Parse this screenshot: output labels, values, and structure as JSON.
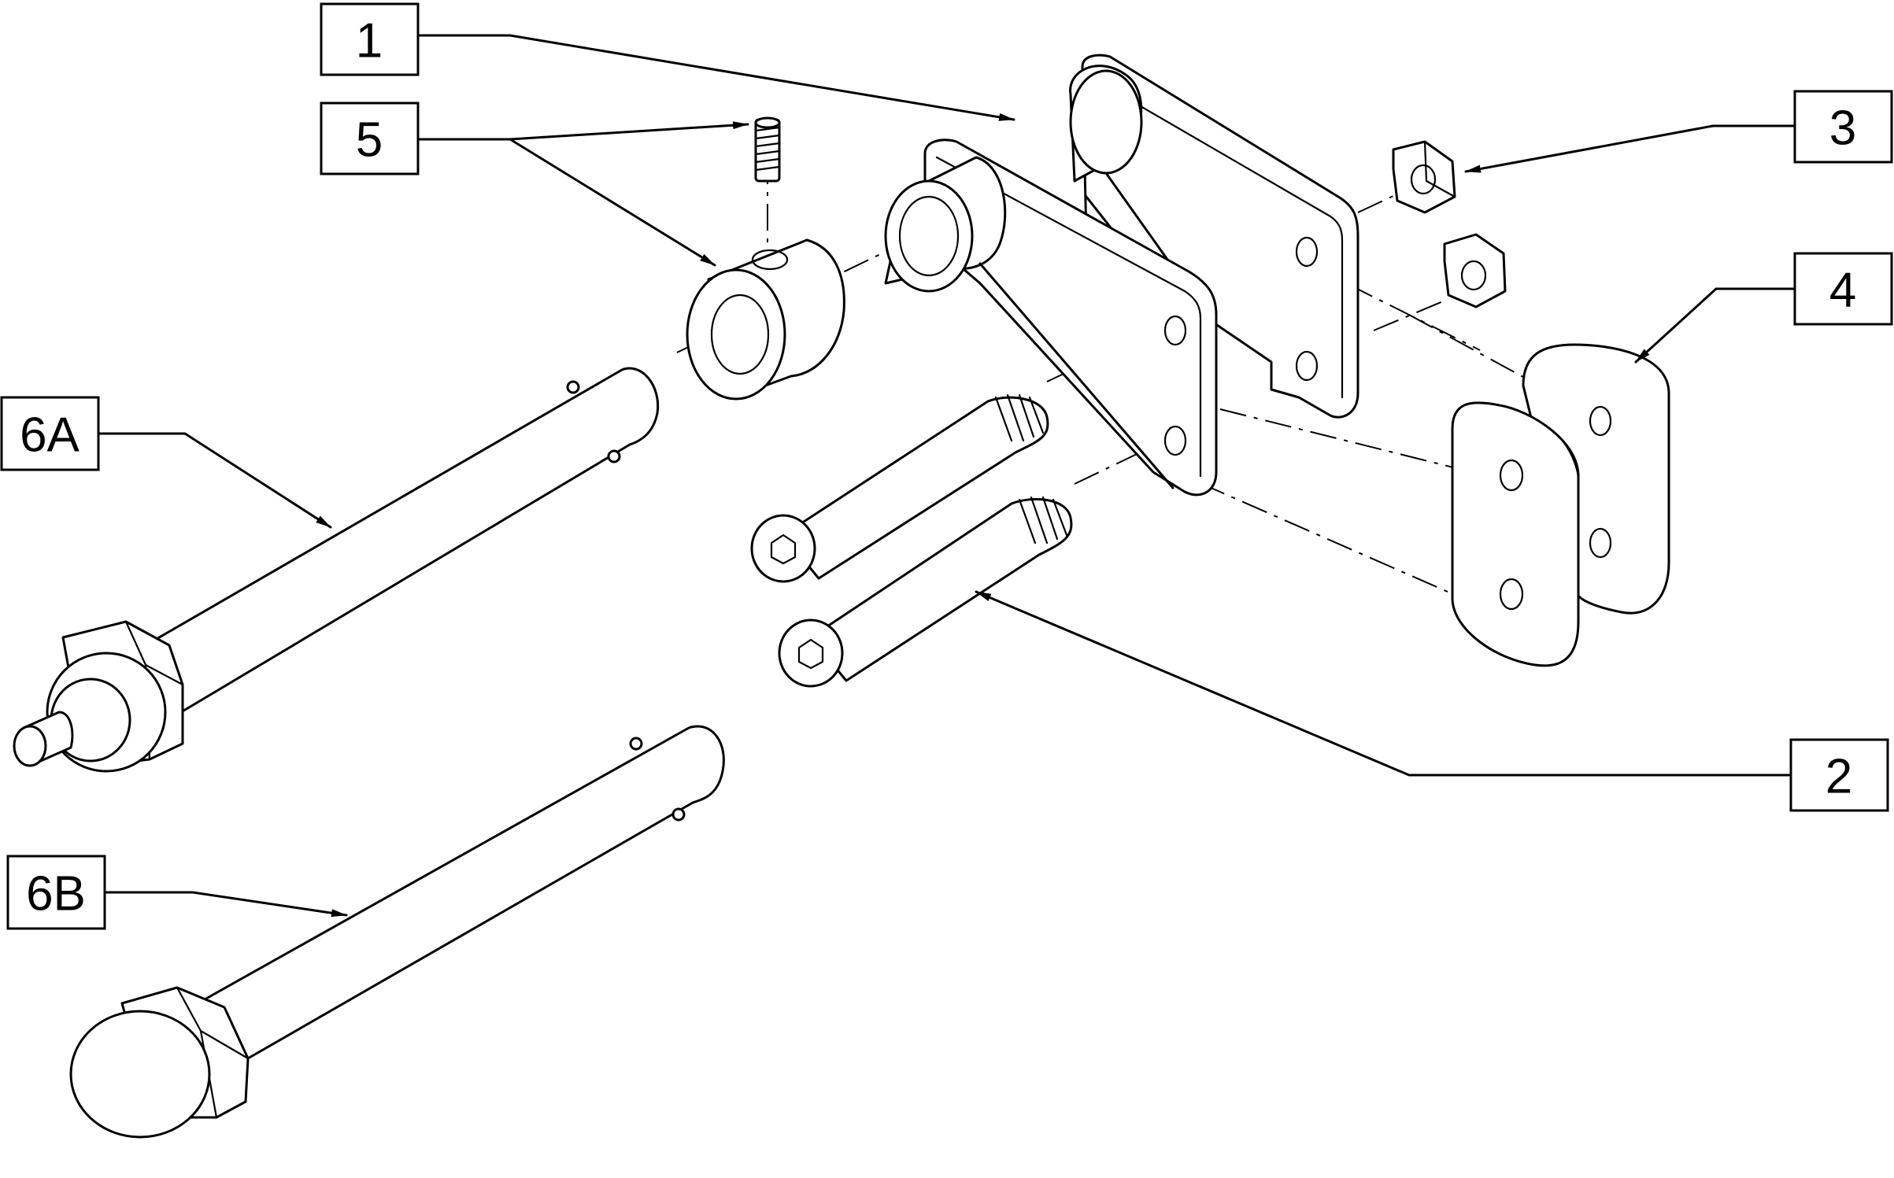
{
  "callouts": [
    {
      "id": "1",
      "label": "1"
    },
    {
      "id": "5",
      "label": "5"
    },
    {
      "id": "3",
      "label": "3"
    },
    {
      "id": "4",
      "label": "4"
    },
    {
      "id": "6A",
      "label": "6A"
    },
    {
      "id": "2",
      "label": "2"
    },
    {
      "id": "6B",
      "label": "6B"
    }
  ],
  "parts": [
    "bracket",
    "set-screw",
    "collar",
    "nut",
    "plate",
    "button-head-screw",
    "axle-pin"
  ]
}
